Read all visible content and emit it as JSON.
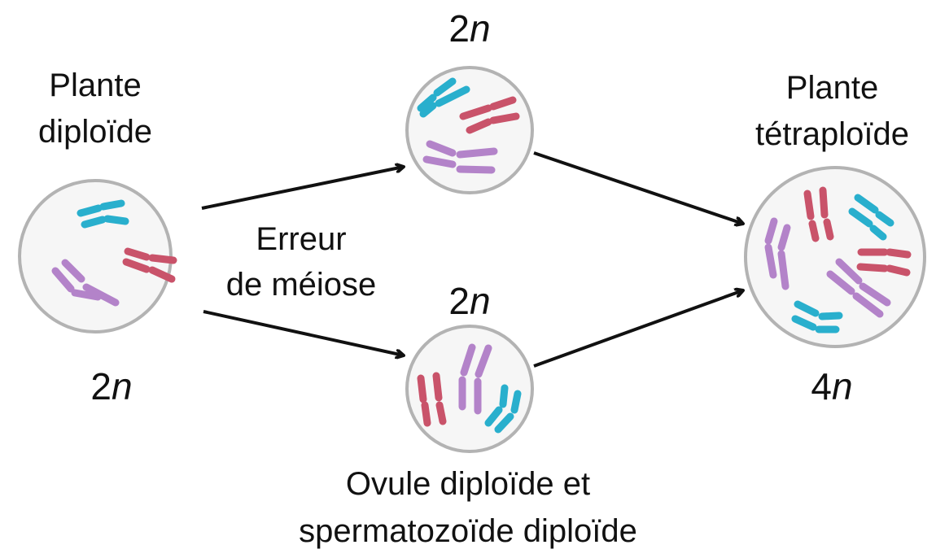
{
  "colors": {
    "cyan": "#29afcd",
    "red": "#c9536a",
    "purple": "#b383c9",
    "cell_fill": "#f6f6f6",
    "cell_stroke": "#b3b3b3",
    "arrow": "#111111"
  },
  "labels": {
    "diploid_plant_line1": "Plante",
    "diploid_plant_line2": "diploïde",
    "tetraploid_plant_line1": "Plante",
    "tetraploid_plant_line2": "tétraploïde",
    "meiosis_error_line1": "Erreur",
    "meiosis_error_line2": "de méiose",
    "gametes_line1": "Ovule diploïde et",
    "gametes_line2": "spermatozoïde diploïde"
  },
  "ploidy": {
    "parent": {
      "num": "2",
      "var": "n"
    },
    "gamete_top": {
      "num": "2",
      "var": "n"
    },
    "gamete_bottom": {
      "num": "2",
      "var": "n"
    },
    "tetraploid": {
      "num": "4",
      "var": "n"
    }
  }
}
